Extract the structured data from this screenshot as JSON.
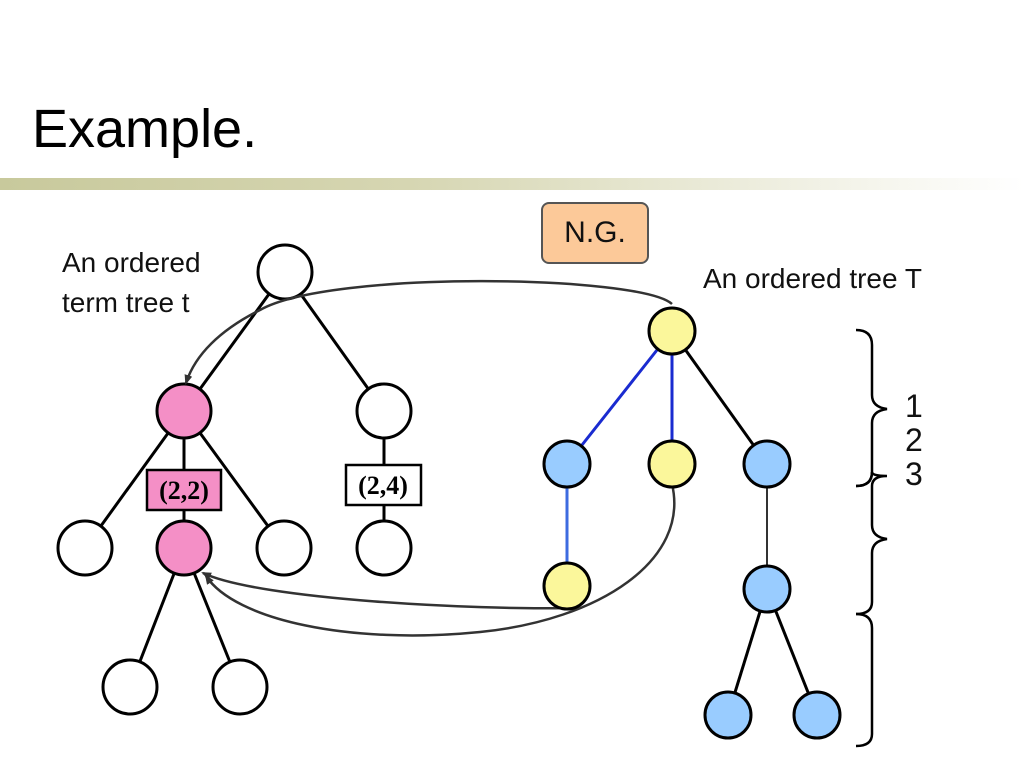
{
  "slide": {
    "title": "Example."
  },
  "term_tree": {
    "label_line1": "An ordered",
    "label_line2": "term tree t",
    "variables": [
      {
        "label": "(2,2)",
        "fill": "#f48fc6"
      },
      {
        "label": "(2,4)",
        "fill": "#ffffff"
      }
    ]
  },
  "ordered_tree": {
    "label": "An ordered tree T",
    "levels": [
      "1",
      "2",
      "3"
    ]
  },
  "ng_badge": {
    "label": "N.G.",
    "fill": "#fcc999"
  },
  "colors": {
    "pink_vertex": "#f48fc6",
    "yellow_vertex": "#fbf79b",
    "blue_vertex": "#99ccff",
    "white_vertex": "#ffffff",
    "matched_edge": "#1a2bd0",
    "matched_edge_light": "#3d6be0"
  }
}
